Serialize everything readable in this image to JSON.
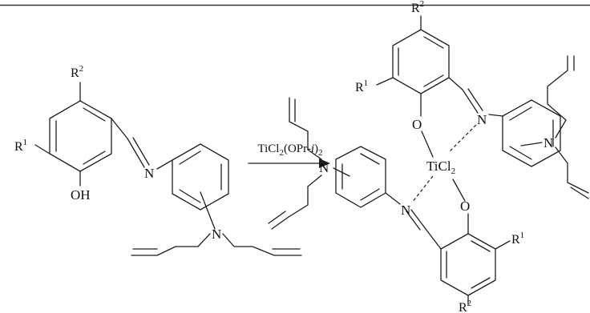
{
  "scheme": {
    "reagent": {
      "text": "TiCl",
      "sub1": "2",
      "mid": "(OPr-",
      "italic": "i",
      "close": ")",
      "sub2": "2"
    },
    "atoms": {
      "oh": "OH",
      "n": "N",
      "o": "O",
      "ti": "TiCl",
      "ti_sub": "2",
      "r": "R",
      "sup1": "1",
      "sup2": "2"
    },
    "colors": {
      "ink": "#1e1e1e",
      "frame": "#333333"
    }
  }
}
